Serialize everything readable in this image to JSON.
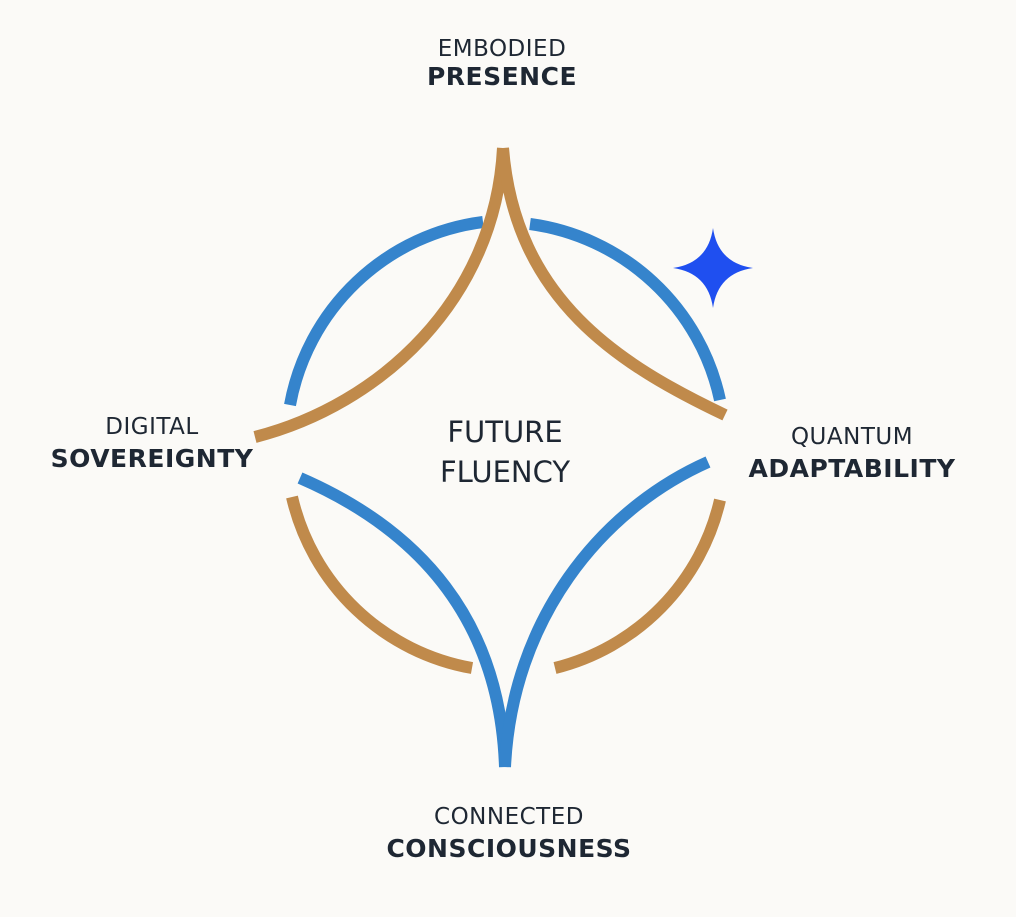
{
  "center": {
    "line1": "FUTURE",
    "line2": "FLUENCY"
  },
  "nodes": {
    "top": {
      "line1": "EMBODIED",
      "line2": "PRESENCE"
    },
    "left": {
      "line1": "DIGITAL",
      "line2": "SOVEREIGNTY"
    },
    "right": {
      "line1": "QUANTUM",
      "line2": "ADAPTABILITY"
    },
    "bottom": {
      "line1": "CONNECTED",
      "line2": "CONSCIOUSNESS"
    }
  },
  "colors": {
    "gold": "#c08a4b",
    "blue": "#3584cc",
    "star": "#1f4ff0",
    "text": "#1e2733"
  },
  "icons": {
    "star": "sparkle-star-icon"
  }
}
